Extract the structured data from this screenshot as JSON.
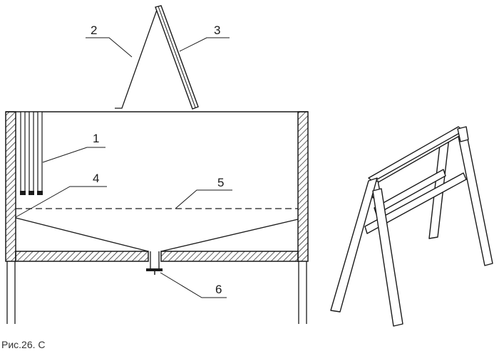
{
  "diagram": {
    "labels": {
      "l1": "1",
      "l2": "2",
      "l3": "3",
      "l4": "4",
      "l5": "5",
      "l6": "6"
    },
    "caption": "Рис.26. С"
  },
  "colors": {
    "ink": "#1a1a1a",
    "paper": "#ffffff"
  }
}
